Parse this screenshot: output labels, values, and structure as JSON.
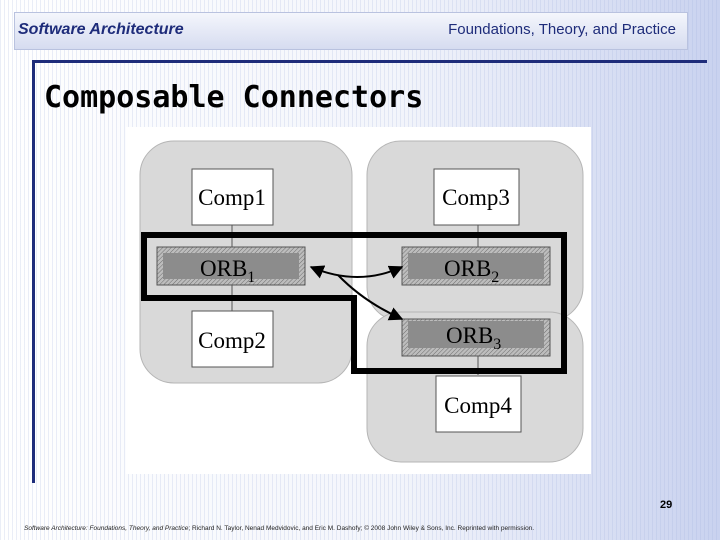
{
  "header": {
    "left_title": "Software Architecture",
    "right_title": "Foundations, Theory, and Practice"
  },
  "slide": {
    "title": "Composable Connectors",
    "page_number": "29"
  },
  "diagram": {
    "components": [
      "Comp1",
      "Comp2",
      "Comp3",
      "Comp4"
    ],
    "orbs": [
      {
        "base": "ORB",
        "sub": "1"
      },
      {
        "base": "ORB",
        "sub": "2"
      },
      {
        "base": "ORB",
        "sub": "3"
      }
    ]
  },
  "footer": {
    "book_title": "Software Architecture: Foundations, Theory, and Practice",
    "credits": "; Richard N. Taylor, Nenad Medvidovic, and Eric M. Dashofy; © 2008 John Wiley & Sons, Inc. Reprinted with permission."
  },
  "colors": {
    "accent": "#1e2c7a",
    "group_fill": "#d9d9d9",
    "orb_fill": "#8c8c8c",
    "box_fill": "#ffffff"
  }
}
